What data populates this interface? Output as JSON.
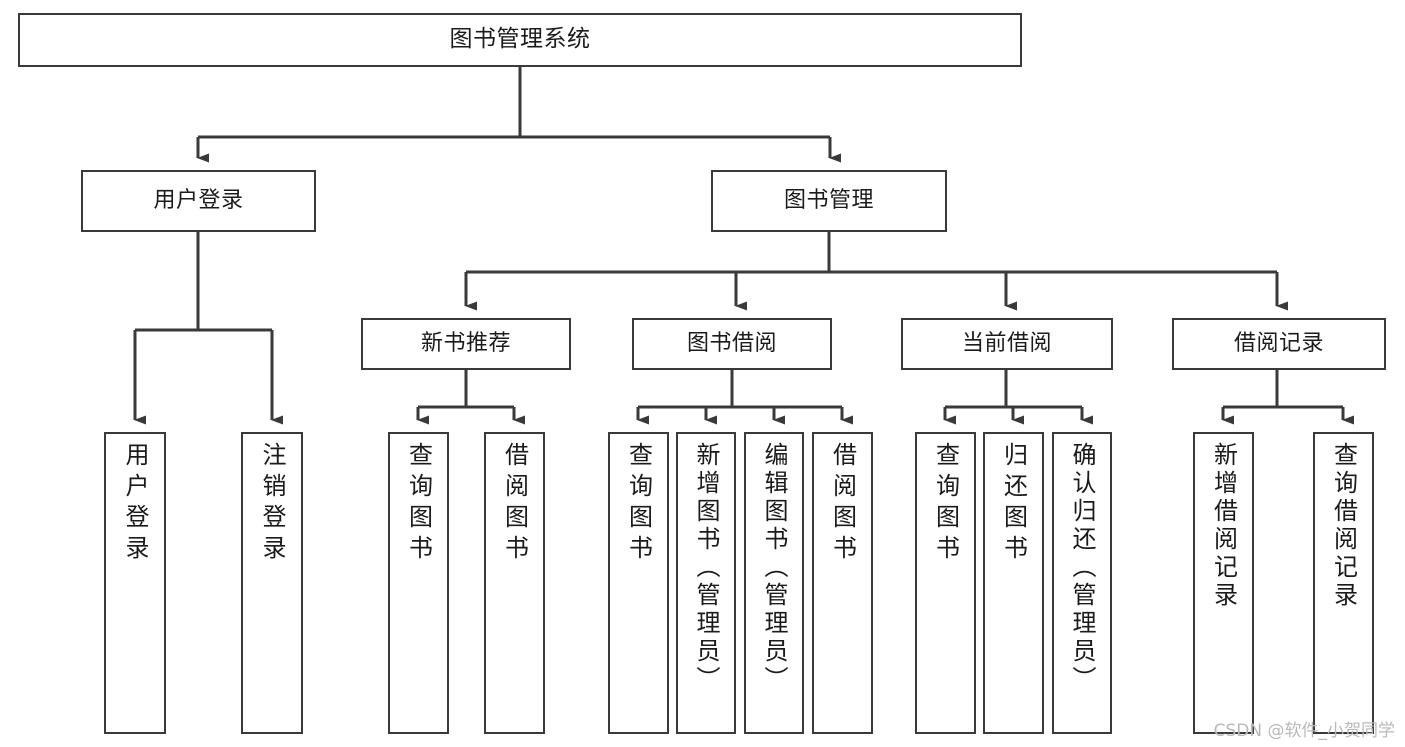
{
  "diagram": {
    "title": "图书管理系统",
    "type": "tree-hierarchy",
    "root": {
      "id": "root",
      "label": "图书管理系统"
    },
    "level2": [
      {
        "id": "user-login",
        "label": "用户登录"
      },
      {
        "id": "book-management",
        "label": "图书管理"
      }
    ],
    "level3": [
      {
        "id": "new-book-recommend",
        "label": "新书推荐"
      },
      {
        "id": "book-borrow",
        "label": "图书借阅"
      },
      {
        "id": "current-borrow",
        "label": "当前借阅"
      },
      {
        "id": "borrow-record",
        "label": "借阅记录"
      }
    ],
    "leaves": {
      "user_login": [
        {
          "id": "leaf-user-login",
          "label": "用户登录"
        },
        {
          "id": "leaf-logout-login",
          "label": "注销登录"
        }
      ],
      "new_book_recommend": [
        {
          "id": "leaf-query-book-1",
          "label": "查询图书"
        },
        {
          "id": "leaf-borrow-book-1",
          "label": "借阅图书"
        }
      ],
      "book_borrow": [
        {
          "id": "leaf-query-book-2",
          "label": "查询图书"
        },
        {
          "id": "leaf-add-book",
          "label": "新增图书（管理员）"
        },
        {
          "id": "leaf-edit-book",
          "label": "编辑图书（管理员）"
        },
        {
          "id": "leaf-borrow-book-2",
          "label": "借阅图书"
        }
      ],
      "current_borrow": [
        {
          "id": "leaf-query-book-3",
          "label": "查询图书"
        },
        {
          "id": "leaf-return-book",
          "label": "归还图书"
        },
        {
          "id": "leaf-confirm-return",
          "label": "确认归还（管理员）"
        }
      ],
      "borrow_record": [
        {
          "id": "leaf-add-record",
          "label": "新增借阅记录"
        },
        {
          "id": "leaf-query-record",
          "label": "查询借阅记录"
        }
      ]
    },
    "colors": {
      "box_border": "#3a3a3a",
      "box_fill": "#ffffff",
      "connector": "#3a3a3a",
      "text": "#1b1b1b",
      "watermark": "#b9b9b9"
    }
  },
  "watermark": {
    "text": "CSDN @软件_小贺同学"
  }
}
